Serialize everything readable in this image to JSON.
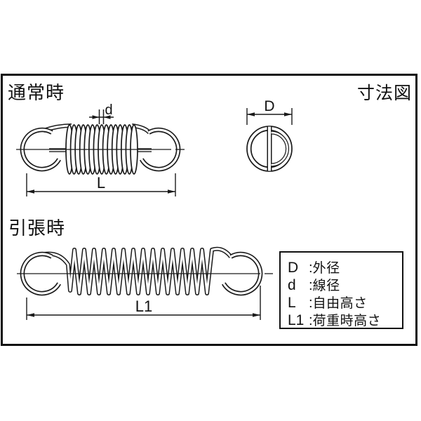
{
  "header": {
    "normal_label": "通常時",
    "diagram_label": "寸法図",
    "stretched_label": "引張時"
  },
  "dims": {
    "d": "d",
    "D": "D",
    "L": "L",
    "L1": "L1"
  },
  "legend": {
    "separator": ":",
    "items": [
      {
        "symbol": "D",
        "term": "外径"
      },
      {
        "symbol": "d",
        "term": "線径"
      },
      {
        "symbol": "L",
        "term": "自由高さ"
      },
      {
        "symbol": "L1",
        "term": "荷重時高さ"
      }
    ]
  },
  "colors": {
    "line": "#1a1a1a",
    "background": "#ffffff",
    "border": "#111111"
  }
}
